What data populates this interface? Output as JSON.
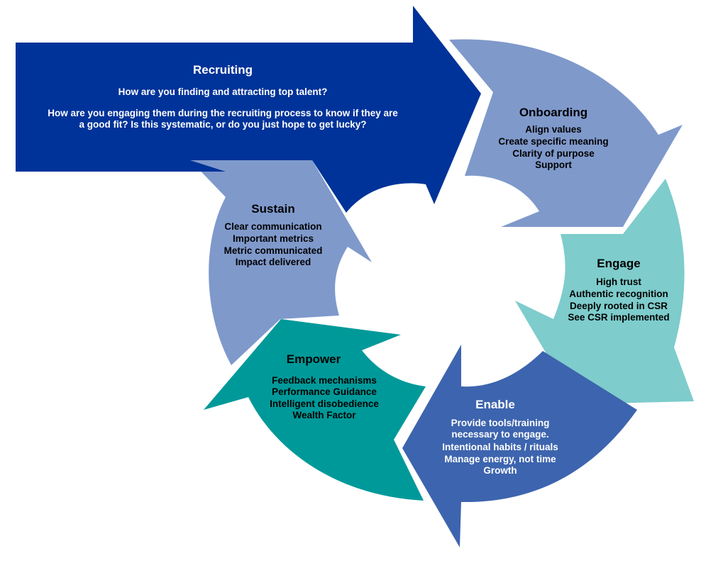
{
  "colors": {
    "recruiting": "#003399",
    "onboarding": "#7f99cb",
    "engage": "#7ecccc",
    "enable": "#3d64ae",
    "empower": "#009999",
    "sustain": "#7f99cb",
    "text_dark": "#000000",
    "text_light": "#ffffff"
  },
  "stages": {
    "recruiting": {
      "title": "Recruiting",
      "lines": [
        "How are you finding and attracting top talent?",
        "How are you engaging them during the recruiting process to know if they are",
        "a good fit?  Is this systematic, or do you just hope to get lucky?"
      ]
    },
    "onboarding": {
      "title": "Onboarding",
      "lines": [
        "Align values",
        "Create specific meaning",
        "Clarity of purpose",
        "Support"
      ]
    },
    "engage": {
      "title": "Engage",
      "lines": [
        "High trust",
        "Authentic recognition",
        "Deeply rooted in CSR",
        "See CSR implemented"
      ]
    },
    "enable": {
      "title": "Enable",
      "lines": [
        "Provide tools/training",
        "necessary to engage.",
        "Intentional habits / rituals",
        "Manage energy, not time",
        "Growth"
      ]
    },
    "empower": {
      "title": "Empower",
      "lines": [
        "Feedback mechanisms",
        "Performance Guidance",
        "Intelligent disobedience",
        "Wealth Factor"
      ]
    },
    "sustain": {
      "title": "Sustain",
      "lines": [
        "Clear communication",
        "Important metrics",
        "Metric communicated",
        "Impact delivered"
      ]
    }
  }
}
